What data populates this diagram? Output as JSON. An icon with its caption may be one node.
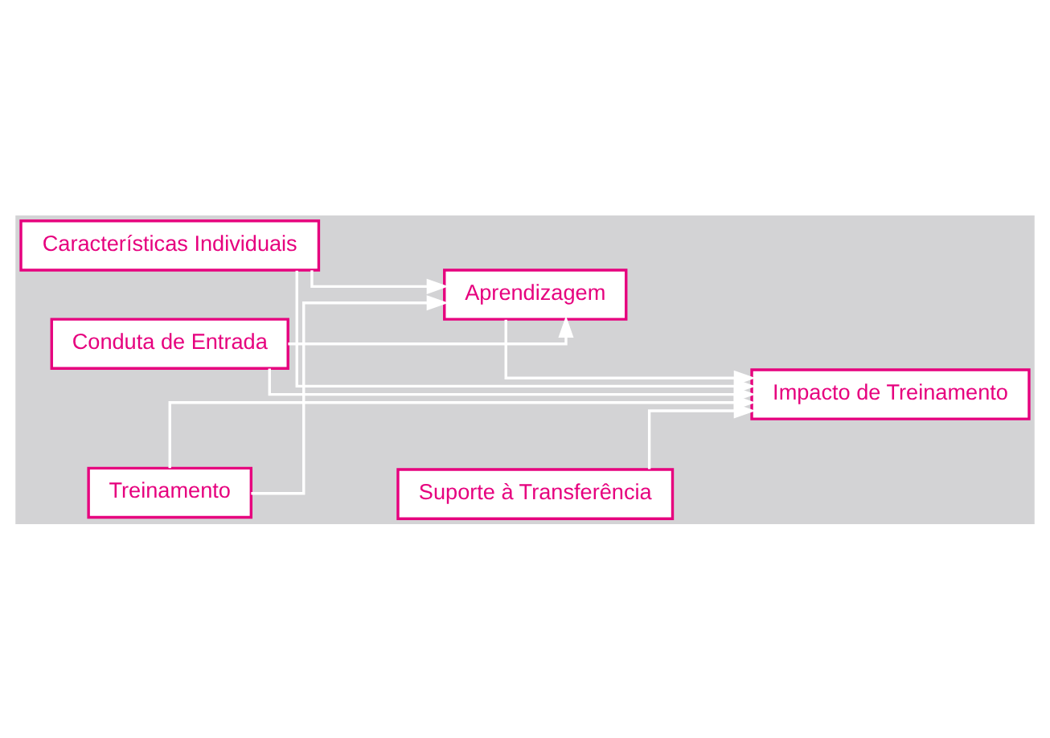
{
  "diagram": {
    "nodes": [
      {
        "text": [
          "Características Individuais"
        ]
      },
      {
        "text": [
          "Conduta de Entrada"
        ]
      },
      {
        "text": [
          "Treinamento"
        ]
      },
      {
        "text": [
          "Suporte à Transferência"
        ]
      },
      {
        "text": [
          "Aprendizagem"
        ]
      },
      {
        "text": [
          "Impacto de Treinamento"
        ]
      }
    ],
    "edges": [
      {
        "from": 0,
        "to": 4,
        "arrow": "to"
      },
      {
        "from": 1,
        "to": 4,
        "arrow": "to"
      },
      {
        "from": 2,
        "to": 4,
        "arrow": "to"
      },
      {
        "from": 0,
        "to": 5,
        "arrow": "to"
      },
      {
        "from": 1,
        "to": 5,
        "arrow": "to"
      },
      {
        "from": 2,
        "to": 5,
        "arrow": "to"
      },
      {
        "from": 3,
        "to": 5,
        "arrow": "to"
      },
      {
        "from": 4,
        "to": 5,
        "arrow": "to"
      }
    ]
  }
}
